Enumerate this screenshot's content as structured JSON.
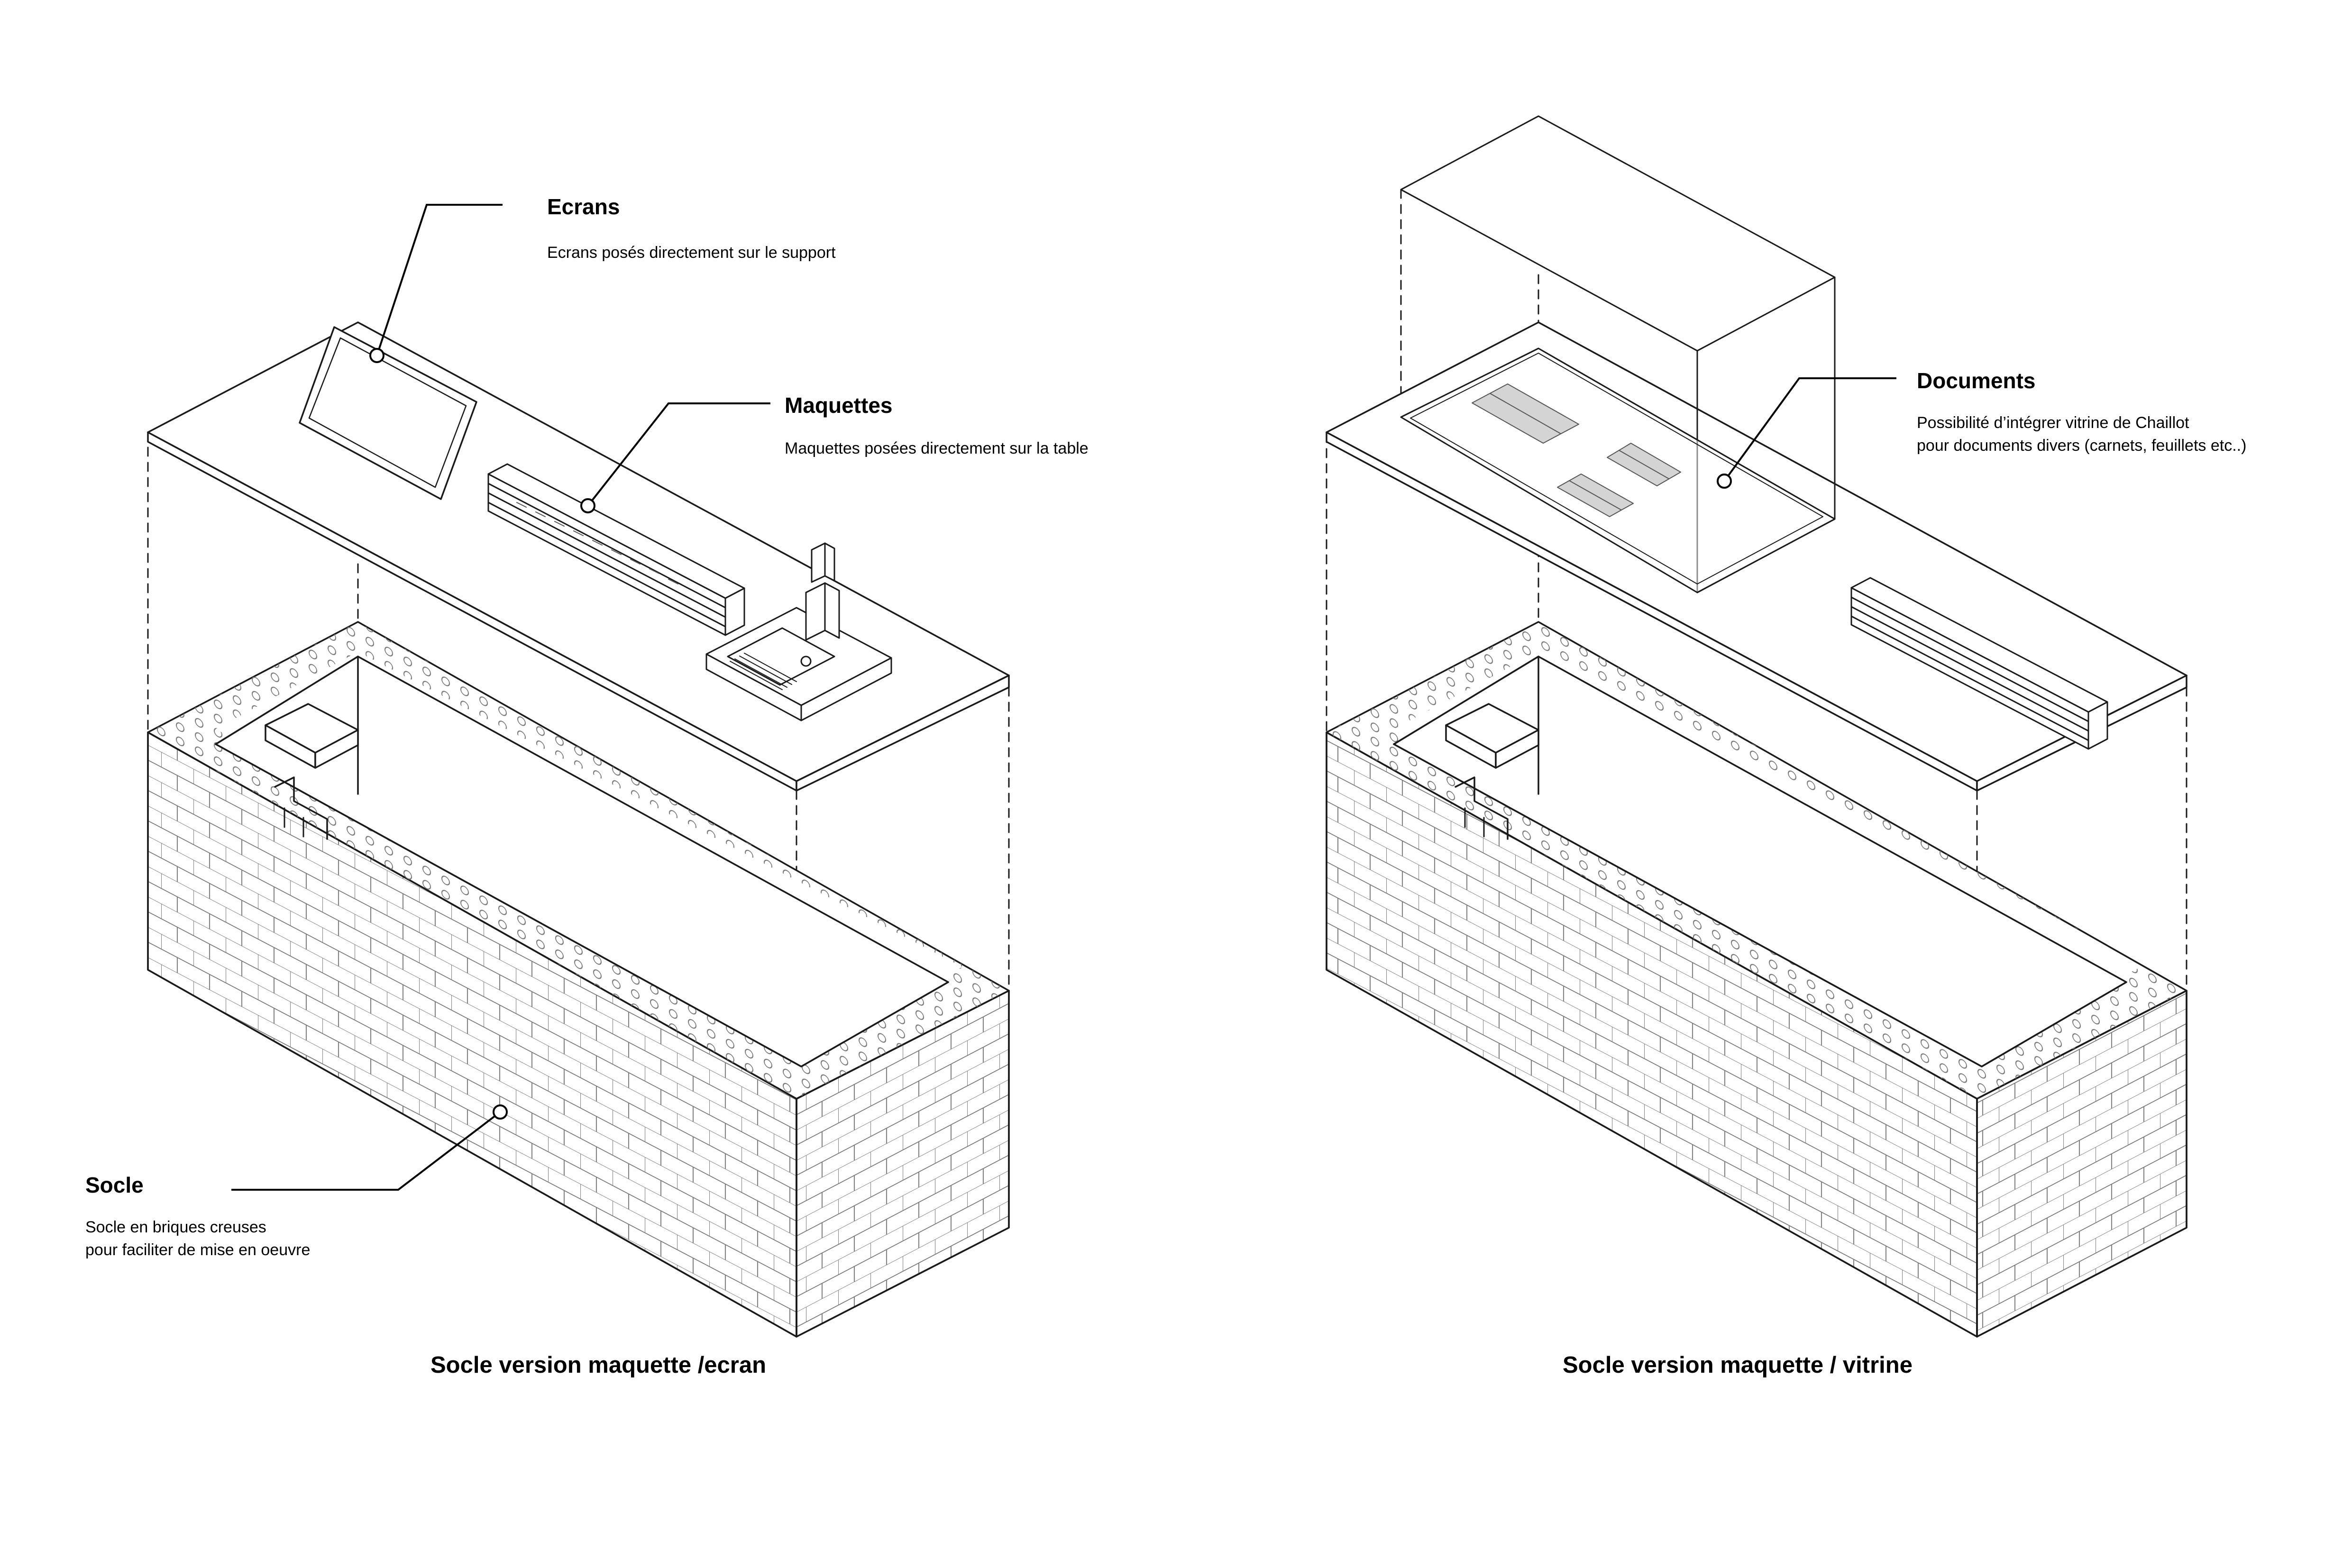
{
  "annotations": {
    "ecrans": {
      "title": "Ecrans",
      "lines": [
        "Ecrans posés directement sur le support"
      ]
    },
    "maquettes": {
      "title": "Maquettes",
      "lines": [
        "Maquettes posées directement sur la table"
      ]
    },
    "socle": {
      "title": "Socle",
      "lines": [
        "Socle en briques creuses",
        "pour faciliter de mise en oeuvre"
      ]
    },
    "documents": {
      "title": "Documents",
      "lines": [
        "Possibilité d’intégrer vitrine de Chaillot",
        "pour documents divers (carnets, feuillets etc..)"
      ]
    }
  },
  "captions": {
    "left": "Socle version maquette /ecran",
    "right": "Socle version maquette / vitrine"
  },
  "colors": {
    "line": "#1a1a1a",
    "paper_fill": "#d4d4d4",
    "background": "#ffffff"
  }
}
